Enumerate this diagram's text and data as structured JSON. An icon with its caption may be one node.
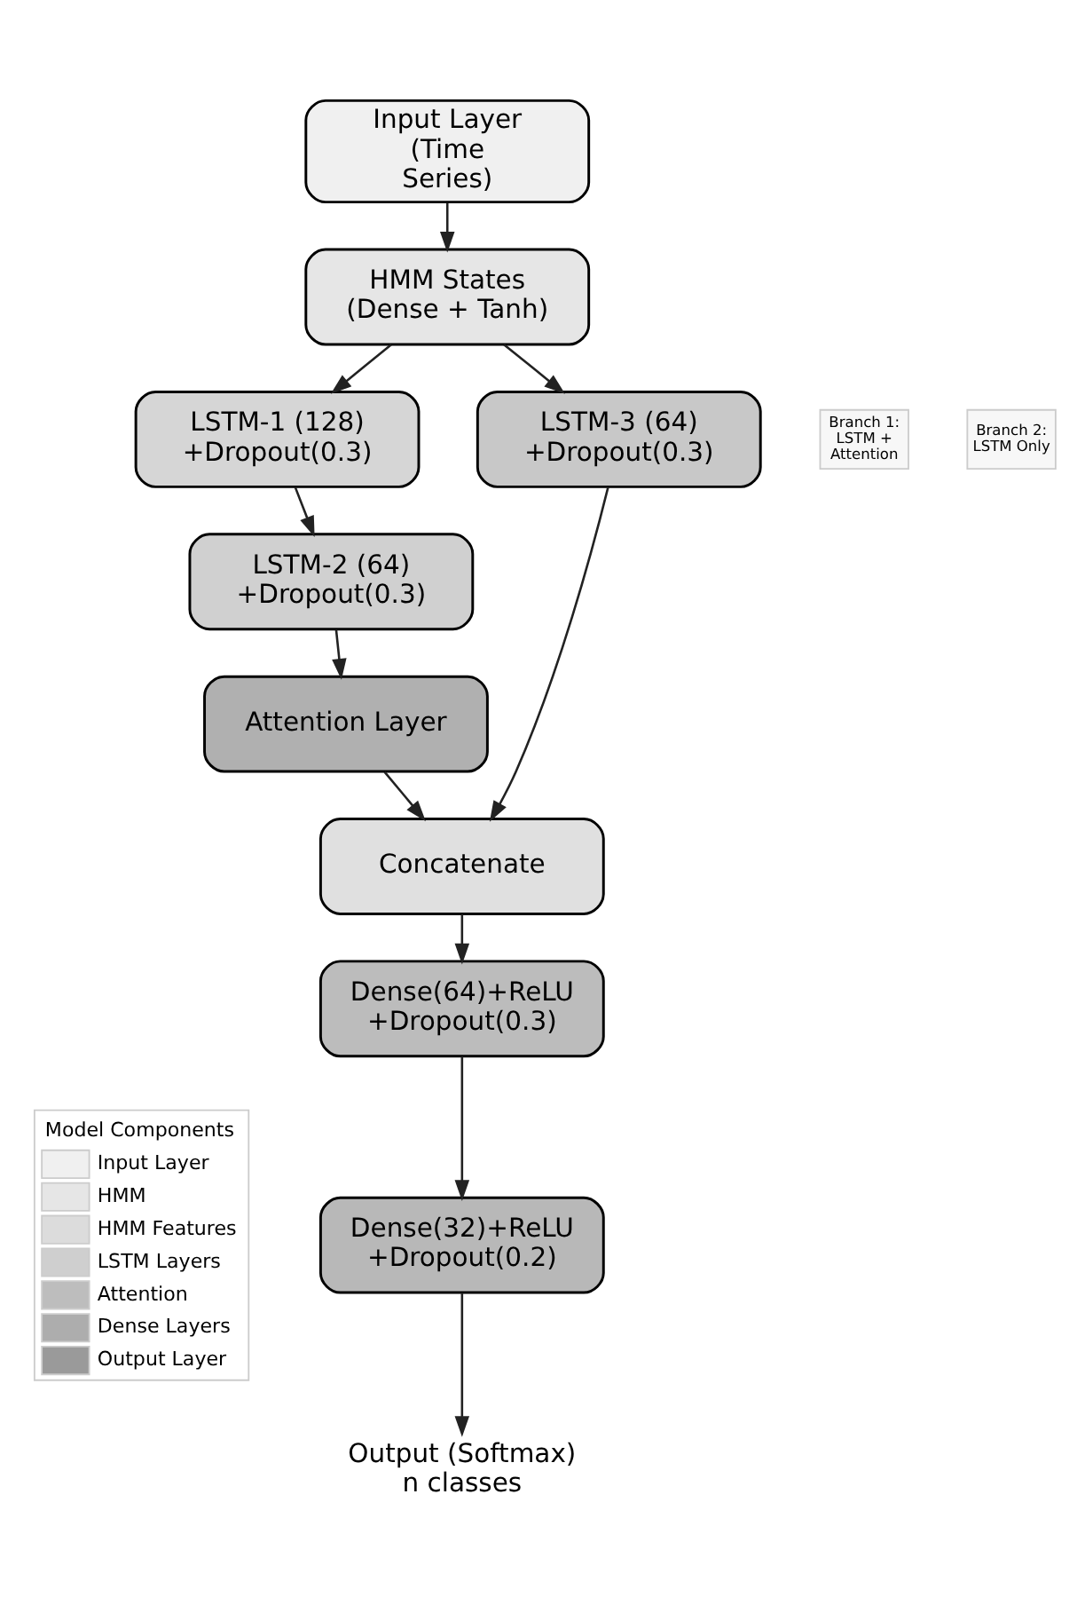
{
  "diagram": {
    "nodes": [
      {
        "text": [
          "Input Layer (Time Series)"
        ]
      },
      {
        "text": [
          "HMM States (Dense + Tanh)"
        ]
      },
      {
        "text": [
          "Branch 1: LSTM + Attention"
        ]
      },
      {
        "text": [
          "LSTM-1 (128) +Dropout(0.3)"
        ]
      },
      {
        "text": [
          "Branch 2: LSTM Only"
        ]
      },
      {
        "text": [
          "LSTM-3 (64) +Dropout(0.3)"
        ]
      },
      {
        "text": [
          "LSTM-2 (64) +Dropout(0.3)"
        ]
      },
      {
        "text": [
          "Attention Layer"
        ]
      },
      {
        "text": [
          "Concatenate"
        ]
      },
      {
        "text": [
          "Dense(64)+ReLU +Dropout(0.3)"
        ]
      },
      {
        "text": [
          "Dense(32)+ReLU +Dropout(0.2)"
        ]
      },
      {
        "text": [
          "Output (Softmax) n classes"
        ]
      }
    ],
    "edges": [
      {
        "from": 0,
        "to": 1,
        "arrow": "to"
      },
      {
        "from": 1,
        "to": 3,
        "arrow": "to"
      },
      {
        "from": 1,
        "to": 5,
        "arrow": "to"
      },
      {
        "from": 3,
        "to": 6,
        "arrow": "to"
      },
      {
        "from": 6,
        "to": 7,
        "arrow": "to"
      },
      {
        "from": 7,
        "to": 8,
        "arrow": "to"
      },
      {
        "from": 5,
        "to": 8,
        "arrow": "to"
      },
      {
        "from": 8,
        "to": 9,
        "arrow": "to"
      },
      {
        "from": 9,
        "to": 10,
        "arrow": "to"
      },
      {
        "from": 10,
        "to": 11,
        "arrow": "to"
      }
    ],
    "labels": [
      "Model Components"
    ],
    "legend": [
      {
        "text": "Input Layer",
        "color": "#f0f0f0"
      },
      {
        "text": "HMM",
        "color": "#e6e6e6"
      },
      {
        "text": "HMM Features",
        "color": "#dcdcdc"
      },
      {
        "text": "LSTM Layers",
        "color": "#cfcfcf"
      },
      {
        "text": "Attention",
        "color": "#bdbdbd"
      },
      {
        "text": "Dense Layers",
        "color": "#adadad"
      },
      {
        "text": "Output Layer",
        "color": "#9a9a9a"
      }
    ]
  }
}
